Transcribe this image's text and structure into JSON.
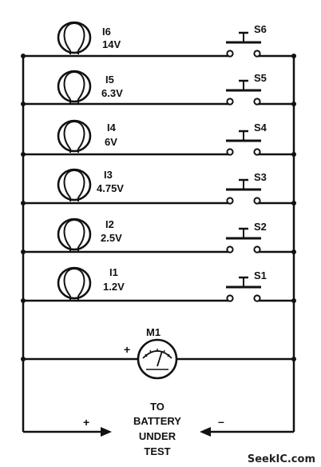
{
  "diagram": {
    "rungs": [
      {
        "lamp": "I6",
        "voltage": "14V",
        "switch": "S6"
      },
      {
        "lamp": "I5",
        "voltage": "6.3V",
        "switch": "S5"
      },
      {
        "lamp": "I4",
        "voltage": "6V",
        "switch": "S4"
      },
      {
        "lamp": "I3",
        "voltage": "4.75V",
        "switch": "S3"
      },
      {
        "lamp": "I2",
        "voltage": "2.5V",
        "switch": "S2"
      },
      {
        "lamp": "I1",
        "voltage": "1.2V",
        "switch": "S1"
      }
    ],
    "meter": {
      "label": "M1",
      "polarity": "+"
    },
    "battery": {
      "plus": "+",
      "minus": "–",
      "line1": "TO",
      "line2": "BATTERY",
      "line3": "UNDER",
      "line4": "TEST"
    },
    "watermark": "SeekIC.com"
  }
}
